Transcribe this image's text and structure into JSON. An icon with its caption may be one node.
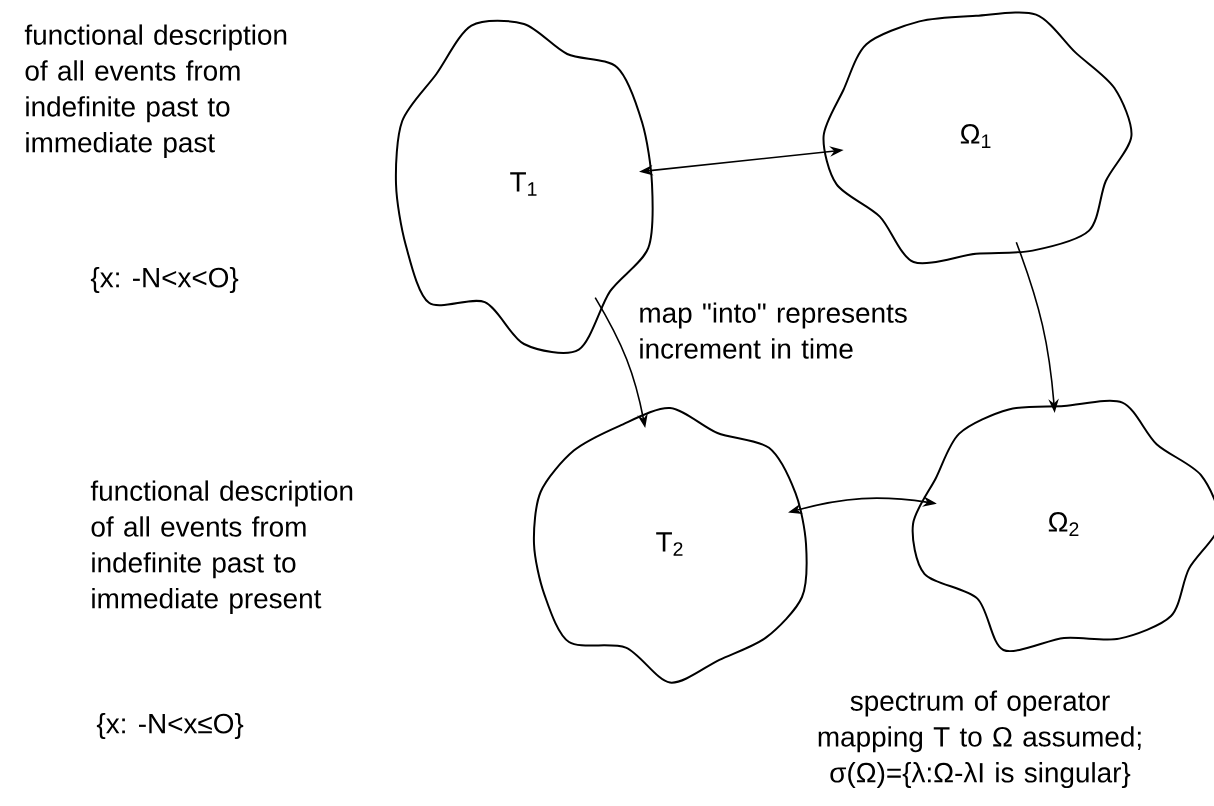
{
  "diagram": {
    "nodes": [
      {
        "text": [
          "T$_{1}$"
        ],
        "beside": [
          "functional description of all events from indefinite past to immediate past",
          "{x: -N<x<O}"
        ]
      },
      {
        "text": [
          "Ω$_{1}$"
        ]
      },
      {
        "text": [
          "T$_{2}$"
        ],
        "beside": [
          "functional description of all events from indefinite past to immediate present",
          "{x: -N<x≤O}"
        ]
      },
      {
        "text": [
          "Ω$_{2}$"
        ]
      }
    ],
    "edges": [
      {
        "from": 0,
        "to": 1,
        "arrow": "both"
      },
      {
        "from": 0,
        "to": 2,
        "arrow": "to",
        "label": "map \"into\" represents increment in time"
      },
      {
        "from": 1,
        "to": 3,
        "arrow": "to"
      },
      {
        "from": 2,
        "to": 3,
        "arrow": "both"
      }
    ],
    "labels": [
      "spectrum of operator mapping T to Ω assumed; σ(Ω)={λ:Ω-λI is singular}"
    ]
  }
}
